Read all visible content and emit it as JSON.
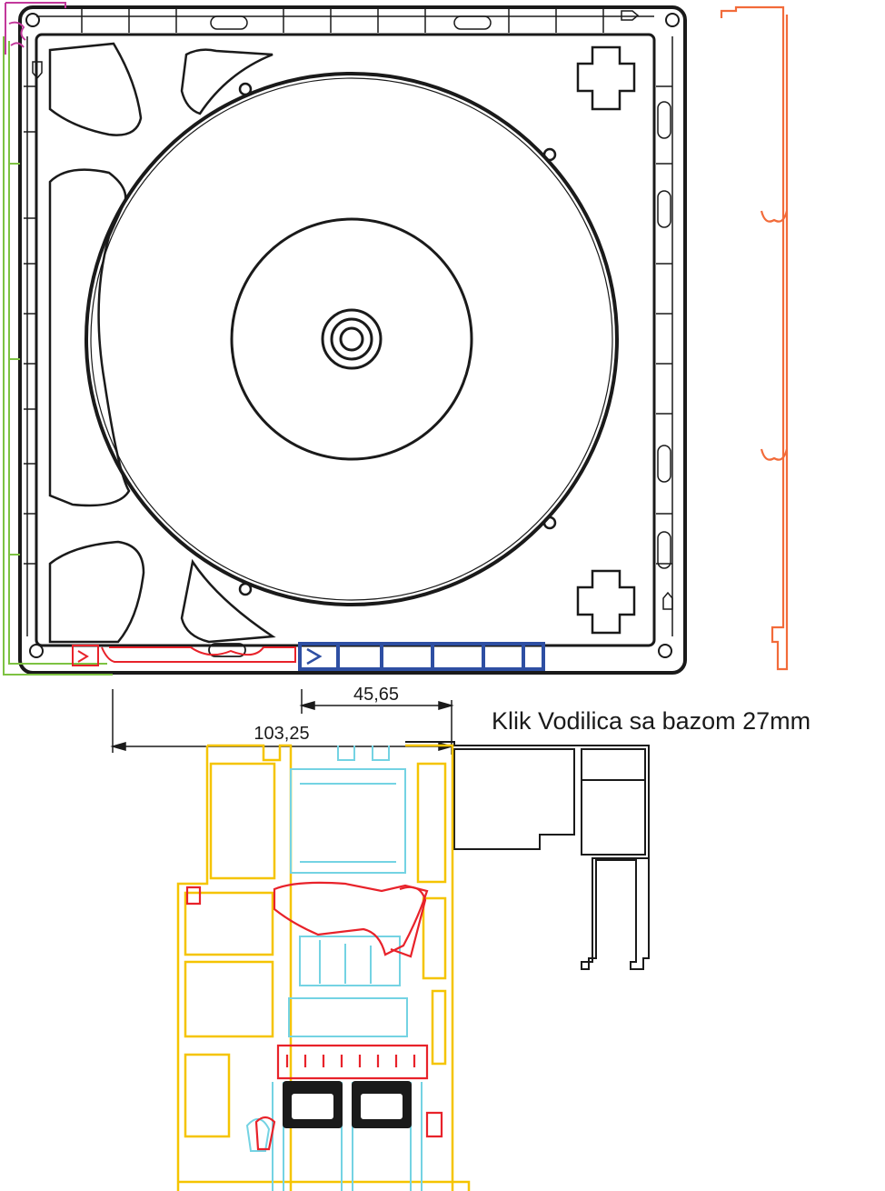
{
  "caption": "Klik Vodilica sa bazom 27mm",
  "dimensions": {
    "inner": "45,65",
    "outer": "103,25"
  },
  "colors": {
    "outline": "#1a1a1a",
    "box_side_green": "#7dc242",
    "guide_orange": "#f26b3a",
    "seal_red": "#e8222a",
    "base_blue": "#2e4fa3",
    "frame_yellow": "#f5c400",
    "glazing_cyan": "#74d3e3",
    "corner_magenta": "#c2389b"
  }
}
